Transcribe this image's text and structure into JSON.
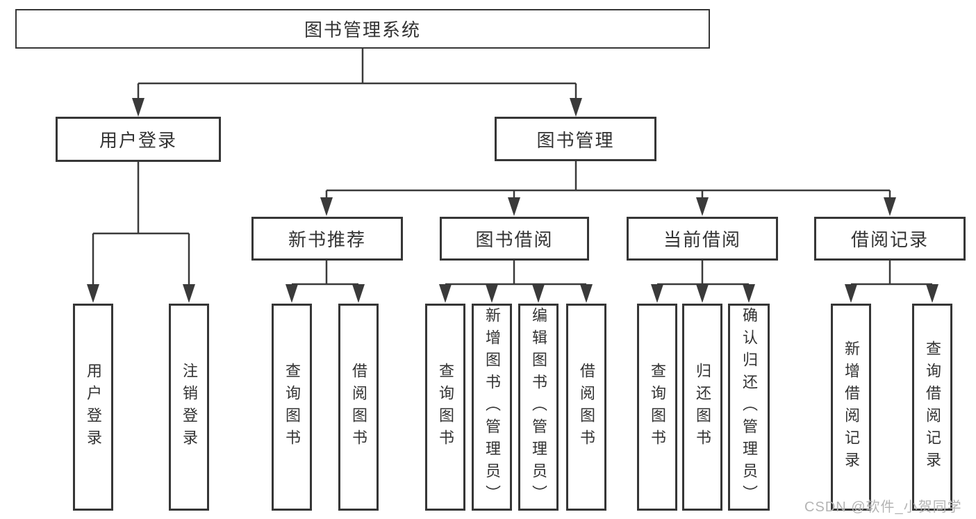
{
  "diagram": {
    "root": {
      "label": "图书管理系统"
    },
    "level2": {
      "user_login": {
        "label": "用户登录"
      },
      "book_management": {
        "label": "图书管理"
      }
    },
    "level3": {
      "new_book_recommend": {
        "label": "新书推荐"
      },
      "book_borrow": {
        "label": "图书借阅"
      },
      "current_borrow": {
        "label": "当前借阅"
      },
      "borrow_record": {
        "label": "借阅记录"
      }
    },
    "leaves": {
      "user_login_children": [
        {
          "label": "用户登录"
        },
        {
          "label": "注销登录"
        }
      ],
      "new_book_recommend_children": [
        {
          "label": "查询图书"
        },
        {
          "label": "借阅图书"
        }
      ],
      "book_borrow_children": [
        {
          "label": "查询图书"
        },
        {
          "label": "新增图书（管理员）"
        },
        {
          "label": "编辑图书（管理员）"
        },
        {
          "label": "借阅图书"
        }
      ],
      "current_borrow_children": [
        {
          "label": "查询图书"
        },
        {
          "label": "归还图书"
        },
        {
          "label": "确认归还（管理员）"
        }
      ],
      "borrow_record_children": [
        {
          "label": "新增借阅记录"
        },
        {
          "label": "查询借阅记录"
        }
      ]
    },
    "watermark": "CSDN @软件_小贺同学",
    "colors": {
      "line": "#3a3a3a",
      "text": "#333333",
      "background": "#ffffff",
      "watermark": "#b4b4b4"
    }
  }
}
